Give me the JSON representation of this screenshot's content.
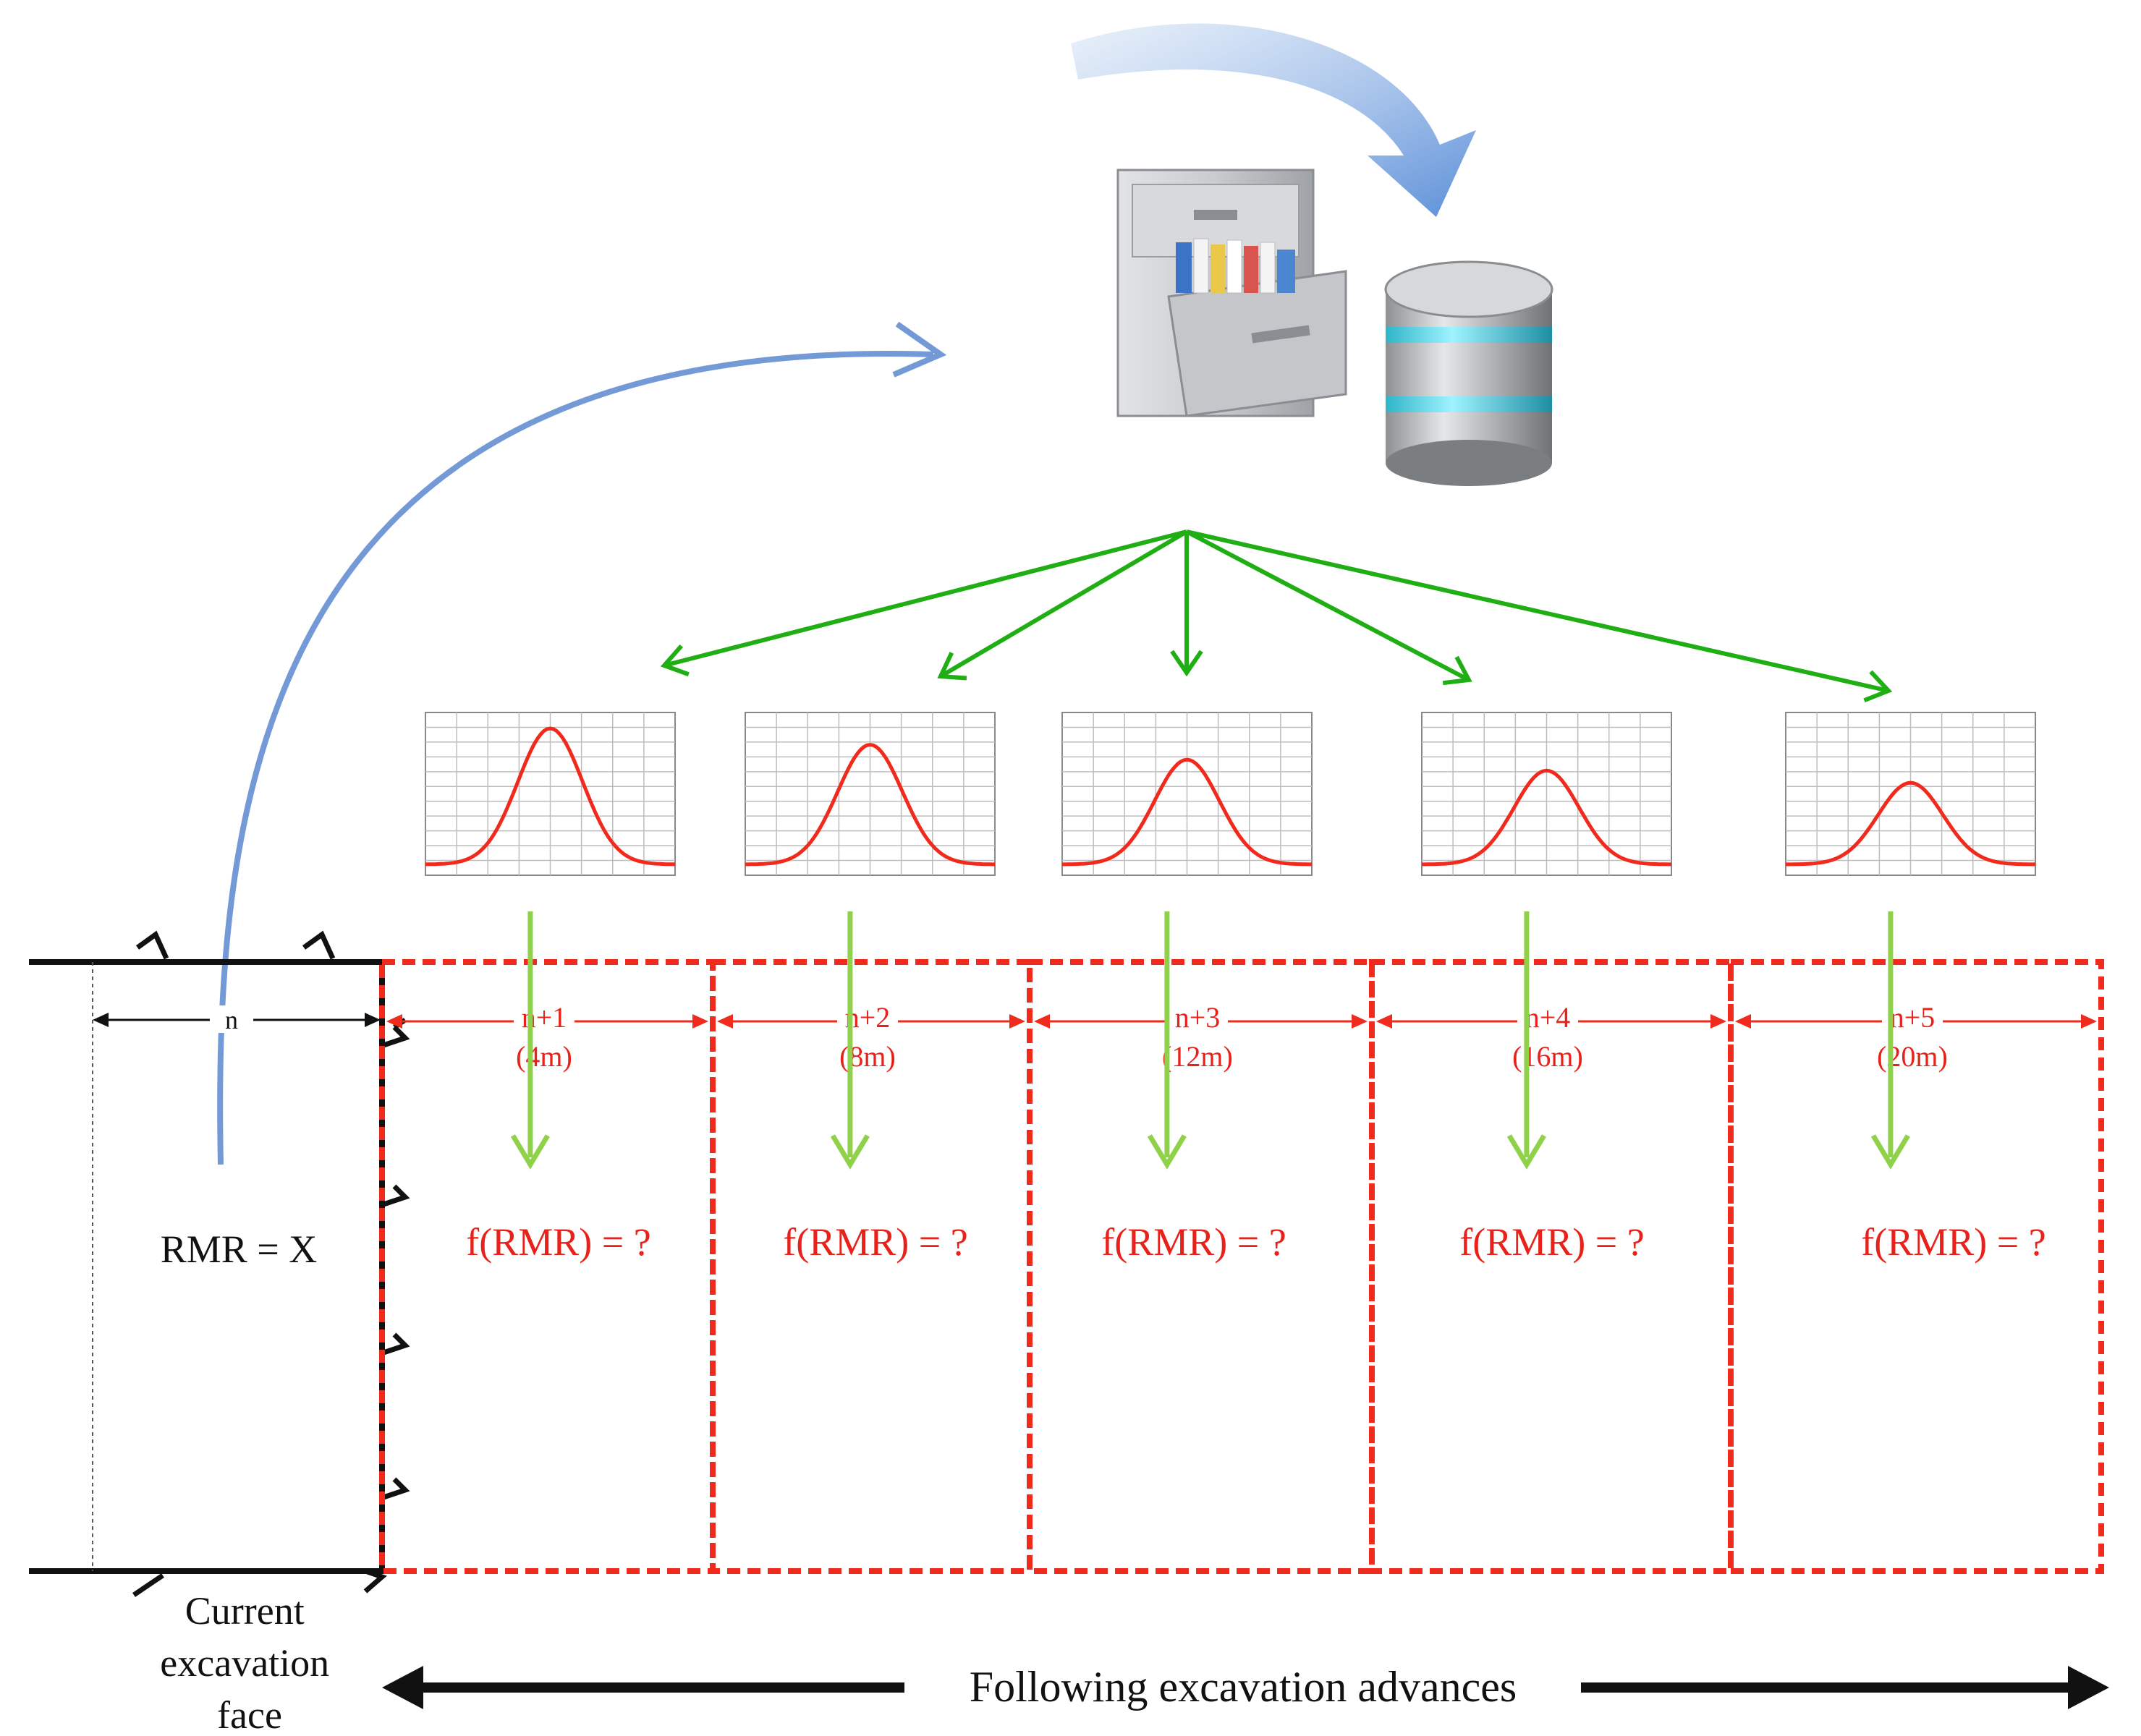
{
  "colors": {
    "excavation": "#111111",
    "advance_box": "#f02a1c",
    "green_arrow": "#1fae14",
    "lime_arrow": "#8fd24a",
    "blue_arrow": "#7399d6",
    "curve": "#f02a1c",
    "grid": "#bdbdbd"
  },
  "icons": [
    "file-cabinet-icon",
    "database-icon",
    "curved-transfer-arrow-icon"
  ],
  "current_section": {
    "width_label": "n",
    "rmr_label": "RMR = X",
    "face_caption": "Current\nexcavation\nface",
    "face_caption_lines": [
      "Current",
      "excavation",
      "face"
    ]
  },
  "advances": [
    {
      "label": "n+1",
      "distance": "(4m)",
      "question": "f(RMR) = ?",
      "curve_peak": 1.0
    },
    {
      "label": "n+2",
      "distance": "(8m)",
      "question": "f(RMR) = ?",
      "curve_peak": 0.88
    },
    {
      "label": "n+3",
      "distance": "(12m)",
      "question": "f(RMR) = ?",
      "curve_peak": 0.77
    },
    {
      "label": "n+4",
      "distance": "(16m)",
      "question": "f(RMR) = ?",
      "curve_peak": 0.69
    },
    {
      "label": "n+5",
      "distance": "(20m)",
      "question": "f(RMR) = ?",
      "curve_peak": 0.6
    }
  ],
  "footer_label": "Following excavation advances"
}
